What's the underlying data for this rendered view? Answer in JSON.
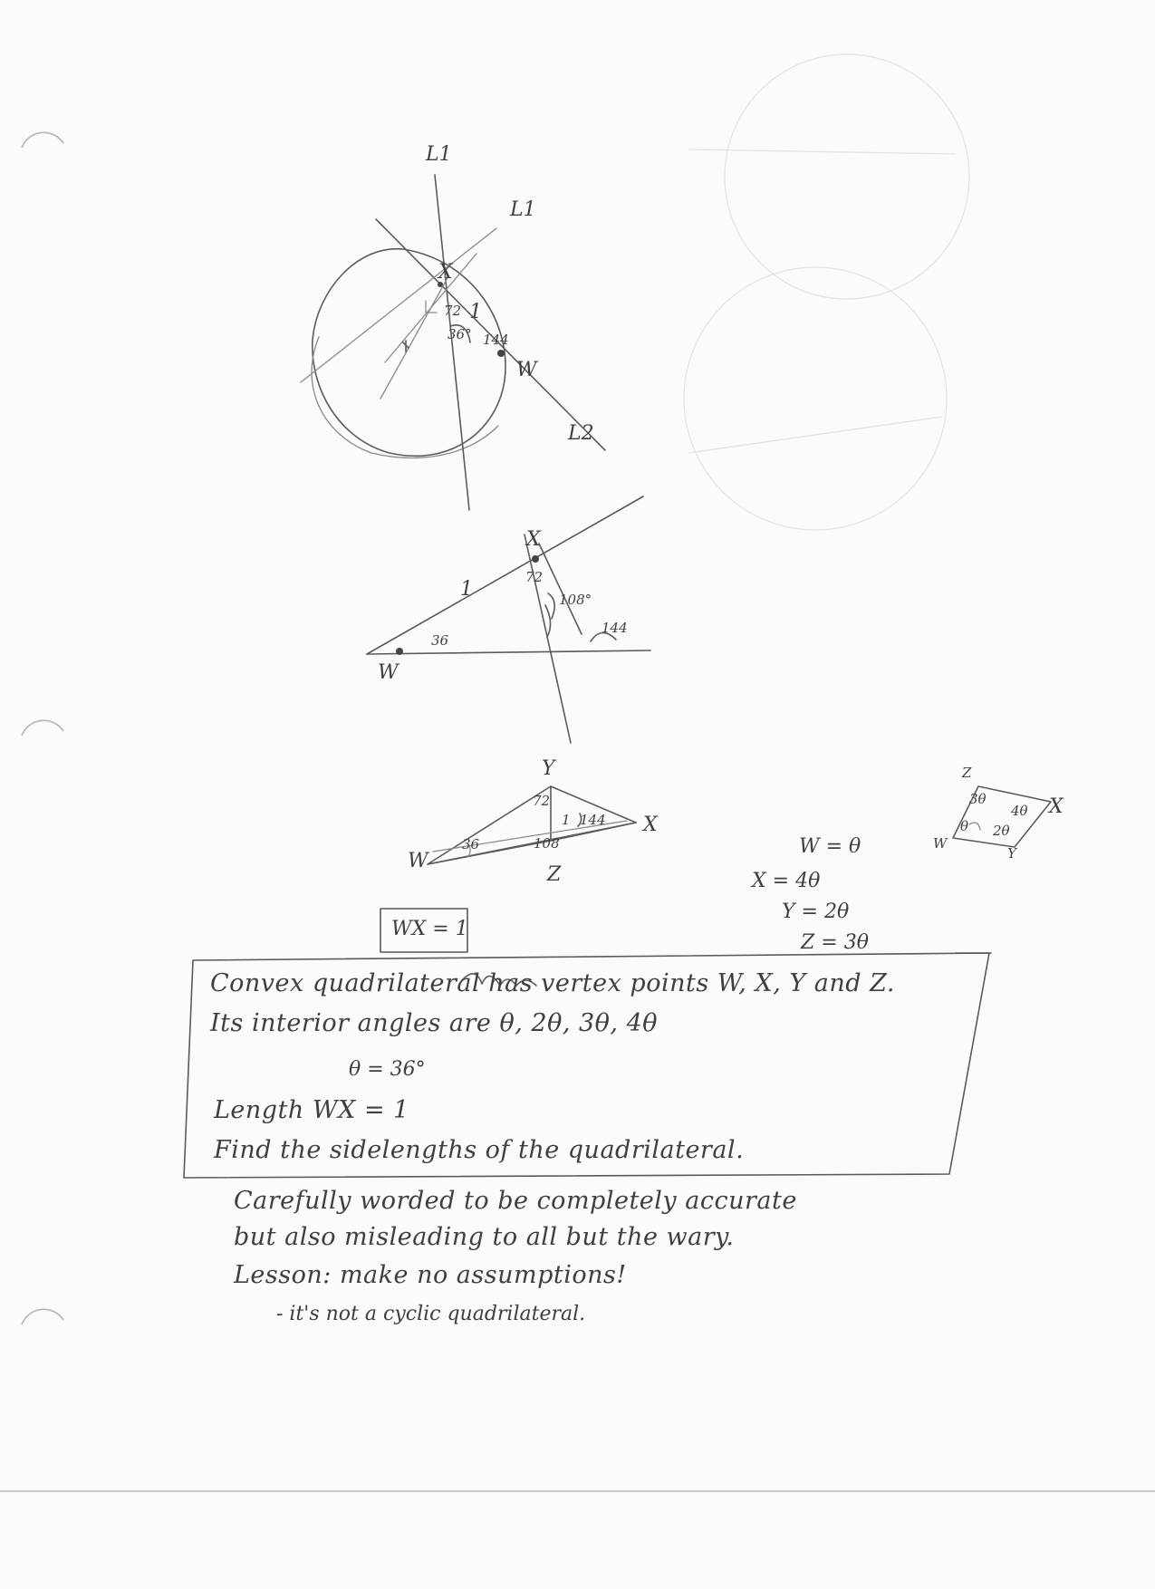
{
  "fig1": {
    "l1_top": "L1",
    "l1_right": "L1",
    "l2": "L2",
    "x": "X",
    "w": "W",
    "side": "1",
    "angle": "36°",
    "ext": "144",
    "small": "72"
  },
  "fig2": {
    "x": "X",
    "w": "W",
    "side": "1",
    "a36": "36",
    "a72": "72",
    "a108": "108°",
    "a144": "144"
  },
  "fig3": {
    "y": "Y",
    "w": "W",
    "x": "X",
    "z": "Z",
    "a72": "72",
    "a36": "36",
    "a108": "108",
    "side": "1",
    "a144": "144"
  },
  "wx_box": "WX = 1",
  "assignments": [
    "W = θ",
    "X = 4θ",
    "Y = 2θ",
    "Z = 3θ"
  ],
  "quad_sketch": {
    "z": "Z",
    "w": "W",
    "y": "Y",
    "x": "X",
    "a3": "3θ",
    "a4": "4θ",
    "a1": "θ",
    "a2": "2θ"
  },
  "problem": {
    "line1": "Convex quadrilateral has vertex points W, X, Y and Z.",
    "line2": "Its interior angles are      θ, 2θ, 3θ, 4θ",
    "line3": "θ = 36°",
    "line4": "Length WX = 1",
    "line5": "Find the sidelengths of the quadrilateral."
  },
  "commentary": {
    "line1": "Carefully worded to be completely accurate",
    "line2": "but also misleading to all but the wary.",
    "line3": "Lesson: make no assumptions!",
    "line4": "- it's not a cyclic quadrilateral."
  }
}
